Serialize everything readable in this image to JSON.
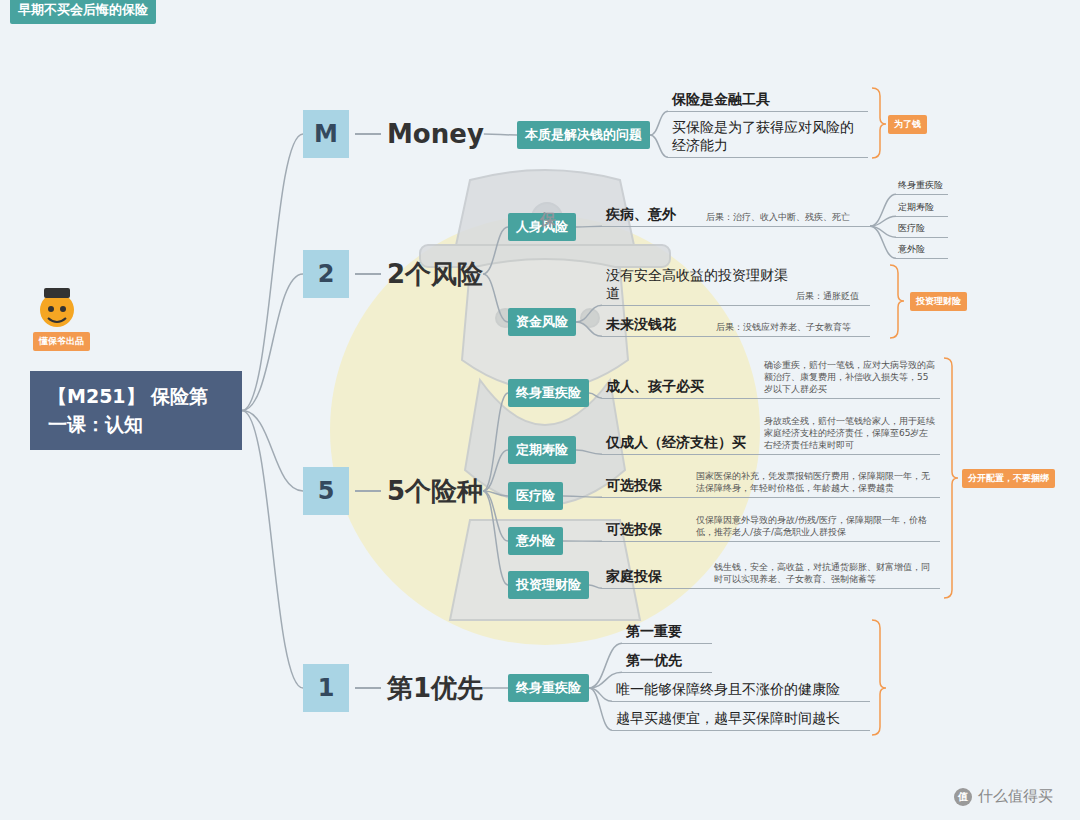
{
  "diagram": {
    "nodes": [
      {
        "text": [
          "懂保爷出品"
        ]
      },
      {
        "text": [
          "【M251】 保险第一课：认知"
        ]
      },
      {
        "text": [
          "M",
          "Money"
        ]
      },
      {
        "text": [
          "本质是解决钱的问题"
        ]
      },
      {
        "text": [
          "保险是金融工具"
        ]
      },
      {
        "text": [
          "买保险是为了获得应对风险的经济能力"
        ]
      },
      {
        "text": [
          "为了钱"
        ]
      },
      {
        "text": [
          "2",
          "2个风险"
        ]
      },
      {
        "text": [
          "人身风险"
        ]
      },
      {
        "text": [
          "疾病、意外",
          "后果：治疗、收入中断、残疾、死亡"
        ]
      },
      {
        "text": [
          "终身重疾险"
        ]
      },
      {
        "text": [
          "定期寿险"
        ]
      },
      {
        "text": [
          "医疗险"
        ]
      },
      {
        "text": [
          "意外险"
        ]
      },
      {
        "text": [
          "资金风险"
        ]
      },
      {
        "text": [
          "没有安全高收益的投资理财渠道",
          "后果：通胀贬值"
        ]
      },
      {
        "text": [
          "未来没钱花",
          "后果：没钱应对养老、子女教育等"
        ]
      },
      {
        "text": [
          "投资理财险"
        ]
      },
      {
        "text": [
          "5",
          "5个险种"
        ]
      },
      {
        "text": [
          "终身重疾险"
        ]
      },
      {
        "text": [
          "成人、孩子必买",
          "确诊重疾，赔付一笔钱，应对大病导致的高额治疗、康复费用，补偿收入损失等，55岁以下人群必买"
        ]
      },
      {
        "text": [
          "定期寿险"
        ]
      },
      {
        "text": [
          "仅成人（经济支柱）买",
          "身故或全残，赔付一笔钱给家人，用于延续家庭经济支柱的经济责任，保障至65岁左右经济责任结束时即可"
        ]
      },
      {
        "text": [
          "医疗险"
        ]
      },
      {
        "text": [
          "可选投保",
          "国家医保的补充，凭发票报销医疗费用，保障期限一年，无法保障终身，年轻时价格低，年龄越大，保费越贵"
        ]
      },
      {
        "text": [
          "意外险"
        ]
      },
      {
        "text": [
          "可选投保",
          "仅保障因意外导致的身故/伤残/医疗，保障期限一年，价格低，推荐老人/孩子/高危职业人群投保"
        ]
      },
      {
        "text": [
          "投资理财险"
        ]
      },
      {
        "text": [
          "家庭投保",
          "钱生钱，安全，高收益，对抗通货膨胀、财富增值，同时可以实现养老、子女教育、强制储蓄等"
        ]
      },
      {
        "text": [
          "分开配置，不要捆绑"
        ]
      },
      {
        "text": [
          "1",
          "第1优先"
        ]
      },
      {
        "text": [
          "终身重疾险"
        ]
      },
      {
        "text": [
          "第一重要"
        ]
      },
      {
        "text": [
          "第一优先"
        ]
      },
      {
        "text": [
          "唯一能够保障终身且不涨价的健康险"
        ]
      },
      {
        "text": [
          "越早买越便宜，越早买保障时间越长"
        ]
      },
      {
        "text": [
          "早期不买会后悔的保险"
        ]
      }
    ],
    "edges": [
      {
        "from": 1,
        "to": 2,
        "arrow": "none"
      },
      {
        "from": 1,
        "to": 7,
        "arrow": "none"
      },
      {
        "from": 1,
        "to": 18,
        "arrow": "none"
      },
      {
        "from": 1,
        "to": 30,
        "arrow": "none"
      },
      {
        "from": 2,
        "to": 3,
        "arrow": "none"
      },
      {
        "from": 3,
        "to": 4,
        "arrow": "none"
      },
      {
        "from": 3,
        "to": 5,
        "arrow": "none"
      },
      {
        "from": 7,
        "to": 8,
        "arrow": "none"
      },
      {
        "from": 7,
        "to": 14,
        "arrow": "none"
      },
      {
        "from": 8,
        "to": 9,
        "arrow": "none"
      },
      {
        "from": 9,
        "to": 10,
        "arrow": "none"
      },
      {
        "from": 9,
        "to": 11,
        "arrow": "none"
      },
      {
        "from": 9,
        "to": 12,
        "arrow": "none"
      },
      {
        "from": 9,
        "to": 13,
        "arrow": "none"
      },
      {
        "from": 14,
        "to": 15,
        "arrow": "none"
      },
      {
        "from": 14,
        "to": 16,
        "arrow": "none"
      },
      {
        "from": 18,
        "to": 19,
        "arrow": "none"
      },
      {
        "from": 18,
        "to": 21,
        "arrow": "none"
      },
      {
        "from": 18,
        "to": 23,
        "arrow": "none"
      },
      {
        "from": 18,
        "to": 25,
        "arrow": "none"
      },
      {
        "from": 18,
        "to": 27,
        "arrow": "none"
      },
      {
        "from": 19,
        "to": 20,
        "arrow": "none"
      },
      {
        "from": 21,
        "to": 22,
        "arrow": "none"
      },
      {
        "from": 23,
        "to": 24,
        "arrow": "none"
      },
      {
        "from": 25,
        "to": 26,
        "arrow": "none"
      },
      {
        "from": 27,
        "to": 28,
        "arrow": "none"
      },
      {
        "from": 30,
        "to": 31,
        "arrow": "none"
      },
      {
        "from": 31,
        "to": 32,
        "arrow": "none"
      },
      {
        "from": 31,
        "to": 33,
        "arrow": "none"
      },
      {
        "from": 31,
        "to": 34,
        "arrow": "none"
      },
      {
        "from": 31,
        "to": 35,
        "arrow": "none"
      }
    ],
    "labels": [
      "保",
      "值",
      "什么值得买"
    ]
  }
}
